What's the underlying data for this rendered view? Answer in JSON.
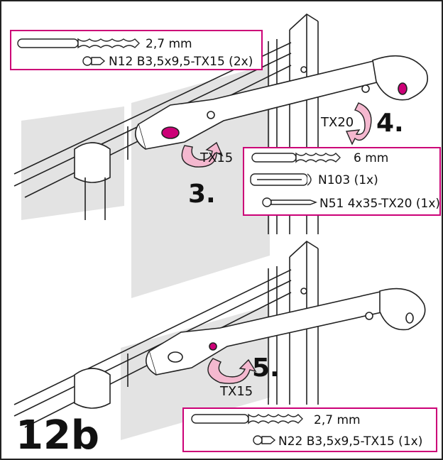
{
  "figure_label": "12b",
  "colors": {
    "accent": "#cc0077",
    "arrow_fill": "#f4b8cf",
    "panel": "#e3e3e3"
  },
  "steps": {
    "s3": {
      "number": "3.",
      "tool": "TX15"
    },
    "s4": {
      "number": "4.",
      "tool": "TX20"
    },
    "s5": {
      "number": "5.",
      "tool": "TX15"
    }
  },
  "boxes": {
    "top_left": {
      "drill": "2,7 mm",
      "screw": "N12 B3,5x9,5-TX15 (2x)"
    },
    "mid_right": {
      "drill": "6 mm",
      "dowel": "N103 (1x)",
      "screw": "N51 4x35-TX20 (1x)"
    },
    "bottom_right": {
      "drill": "2,7 mm",
      "screw": "N22 B3,5x9,5-TX15 (1x)"
    }
  }
}
